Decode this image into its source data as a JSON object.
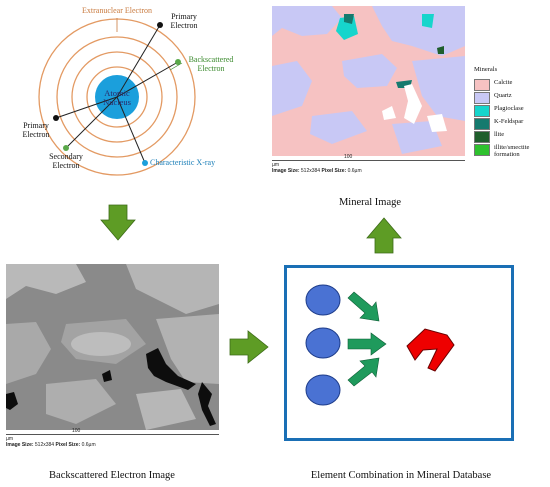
{
  "atom": {
    "nucleus_line1": "Atomic",
    "nucleus_line2": "Nucleus",
    "extranuclear": "Extranuclear Electron",
    "primary_top_1": "Primary",
    "primary_top_2": "Electron",
    "backscattered_1": "Backscattered",
    "backscattered_2": "Electron",
    "primary_left_1": "Primary",
    "primary_left_2": "Electron",
    "secondary_1": "Secondary",
    "secondary_2": "Electron",
    "xray": "Characteristic X-ray",
    "colors": {
      "shell": "#e39a63",
      "nucleus": "#1b9fdc",
      "xray_dot": "#1b9fdc",
      "backscattered_dot": "#5aa84a",
      "backscattered_text": "#3b8a2e",
      "extranuclear_text": "#c97b40",
      "xray_text": "#1c7fb8"
    }
  },
  "mineral_map": {
    "scale_label": "100",
    "unit": "µm",
    "image_size_label": "Image Size:",
    "image_size_value": "512x384",
    "pixel_size_label": "Pixel Size:",
    "pixel_size_value": "0.6µm",
    "caption": "Mineral Image",
    "legend_title": "Minerals",
    "legend": [
      {
        "name": "Calcite",
        "color": "#f6c2c2"
      },
      {
        "name": "Quartz",
        "color": "#c8c8f5"
      },
      {
        "name": "Plagioclase",
        "color": "#16d5cc"
      },
      {
        "name": "K-Feldspar",
        "color": "#157a6e"
      },
      {
        "name": "llite",
        "color": "#1f5e2c"
      },
      {
        "name": "illite/smectite formation",
        "color": "#2ec12e"
      }
    ]
  },
  "bse": {
    "scale_label": "100",
    "unit": "µm",
    "image_size_label": "Image Size:",
    "image_size_value": "512x384",
    "pixel_size_label": "Pixel Size:",
    "pixel_size_value": "0.6µm",
    "caption": "Backscattered Electron Image"
  },
  "database": {
    "caption": "Element Combination in Mineral Database",
    "colors": {
      "frame": "#1a6fb5",
      "ellipse": "#4a72d3",
      "arrow": "#1f9a5c",
      "shape": "#ee0000"
    }
  },
  "flow_arrow_color": "#5e9c25"
}
